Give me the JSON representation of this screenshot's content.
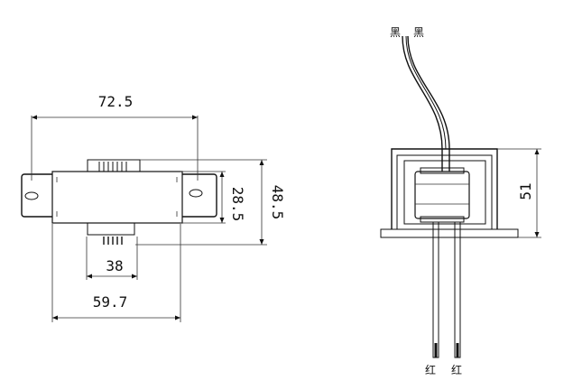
{
  "dimensions": {
    "width_total": "72.5",
    "body_height": "28.5",
    "total_height": "48.5",
    "lead_spacing": "38",
    "base_width": "59.7",
    "side_height": "51"
  },
  "wire_labels": {
    "top_left": "黑",
    "top_right": "黑",
    "bottom_left": "红",
    "bottom_right": "红"
  }
}
